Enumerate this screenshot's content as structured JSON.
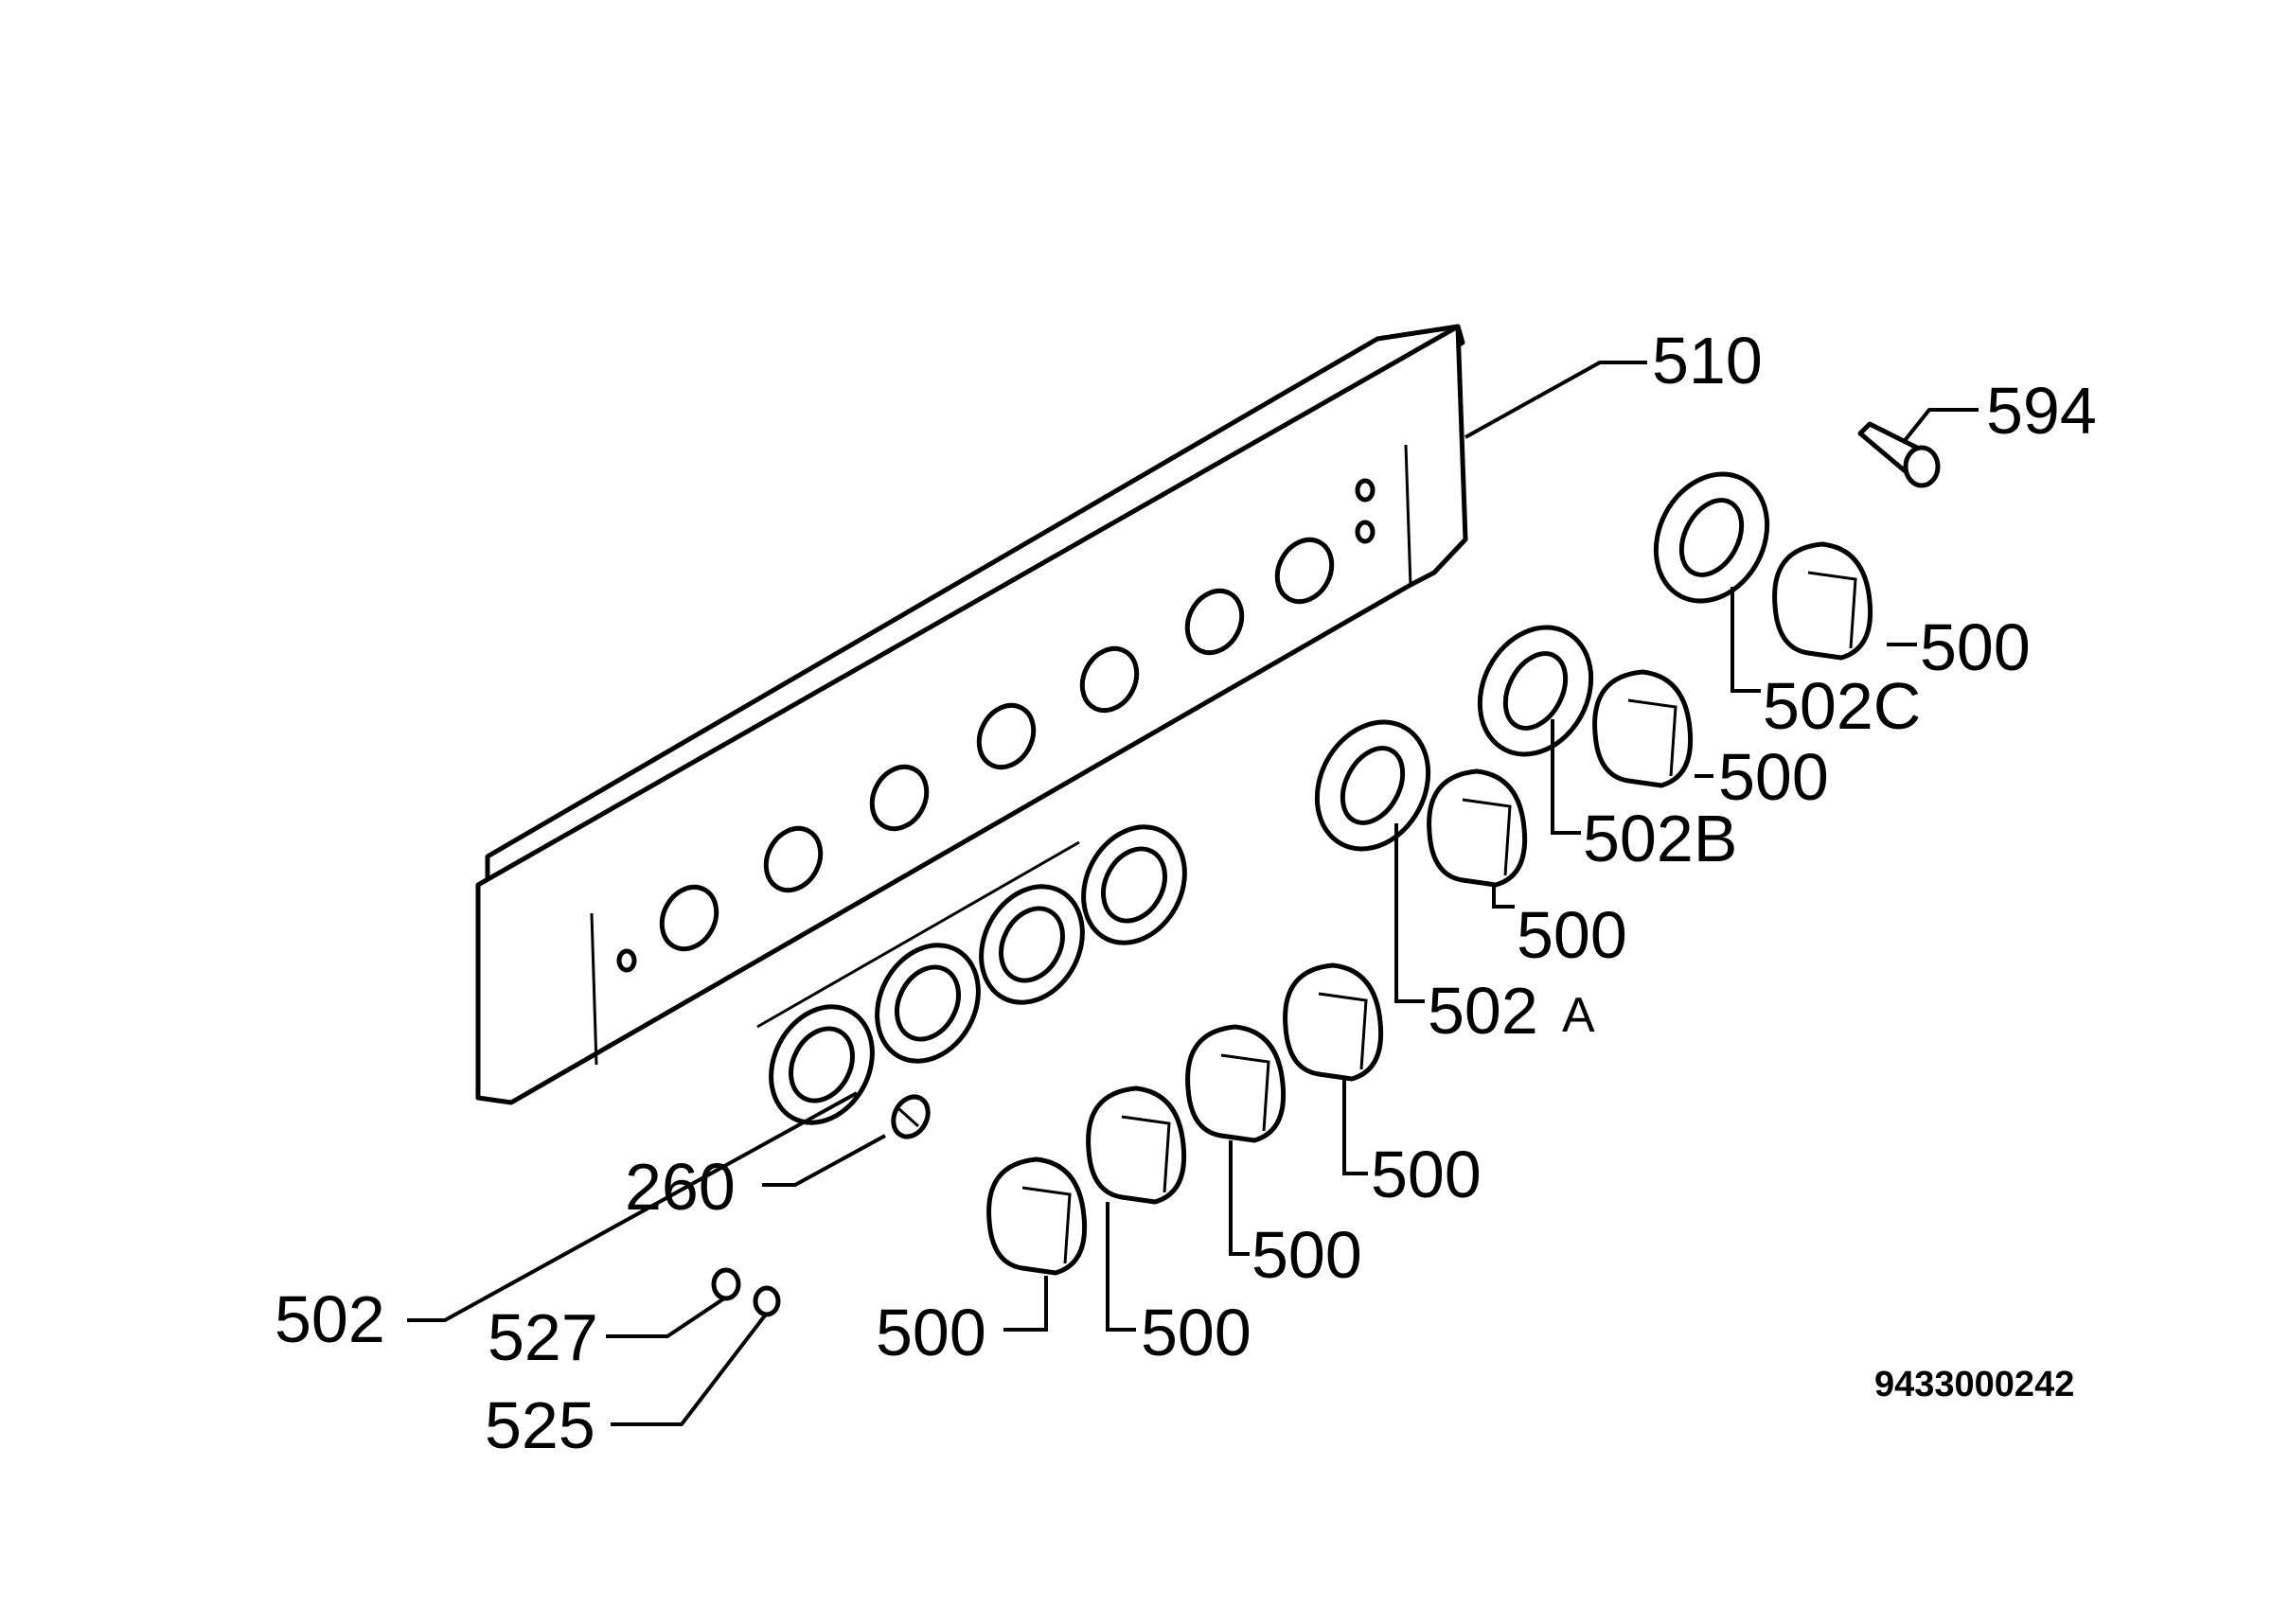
{
  "diagram": {
    "labels": {
      "control_panel": "510",
      "bulb": "594",
      "ring_c": "502C",
      "ring_b": "502B",
      "ring_a": "502",
      "ring_a_suffix": "A",
      "ring": "502",
      "spring": "260",
      "spacer_527": "527",
      "spacer_525": "525",
      "knob": "500"
    },
    "drawing_number": "9433000242"
  }
}
